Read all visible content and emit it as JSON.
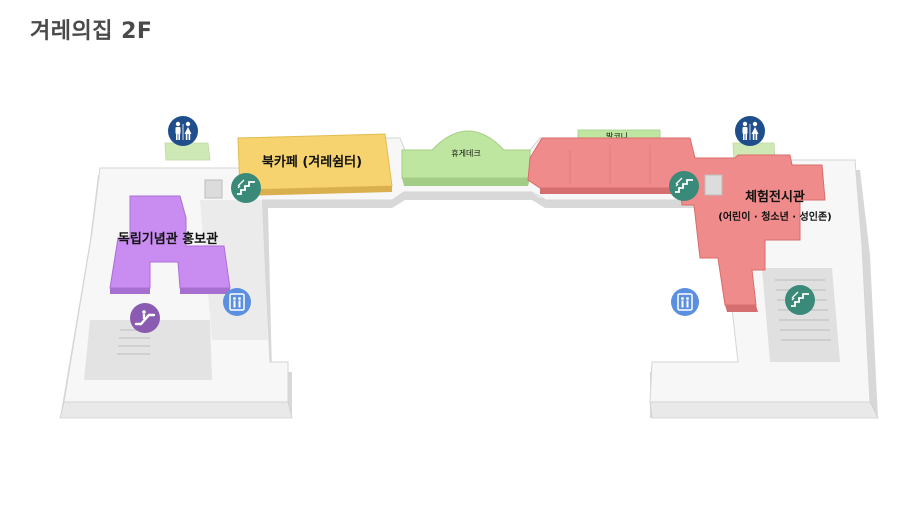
{
  "title": "겨레의집 2F",
  "zones": {
    "book_cafe": {
      "label": "북카페 (겨레쉼터)",
      "color": "#f6d36f"
    },
    "rest_deck": {
      "label": "휴게데크",
      "color": "#bfe6a0"
    },
    "balcony": {
      "label": "발코니",
      "color": "#bfe6a0"
    },
    "independence_hall": {
      "label": "독립기념관 홍보관",
      "color": "#c98cf0"
    },
    "experience_hall": {
      "label": "체험전시관",
      "sublabel": "(어린이 · 청소년 · 성인존)",
      "color": "#f08b8b"
    }
  },
  "icons": {
    "restroom": {
      "name": "restroom-icon",
      "color": "#1f4e8c"
    },
    "stairs": {
      "name": "stairs-icon",
      "color": "#3a8a7a"
    },
    "elevator": {
      "name": "elevator-icon",
      "color": "#5b8fe0"
    },
    "escalator": {
      "name": "escalator-icon",
      "color": "#8a5bb0"
    }
  }
}
